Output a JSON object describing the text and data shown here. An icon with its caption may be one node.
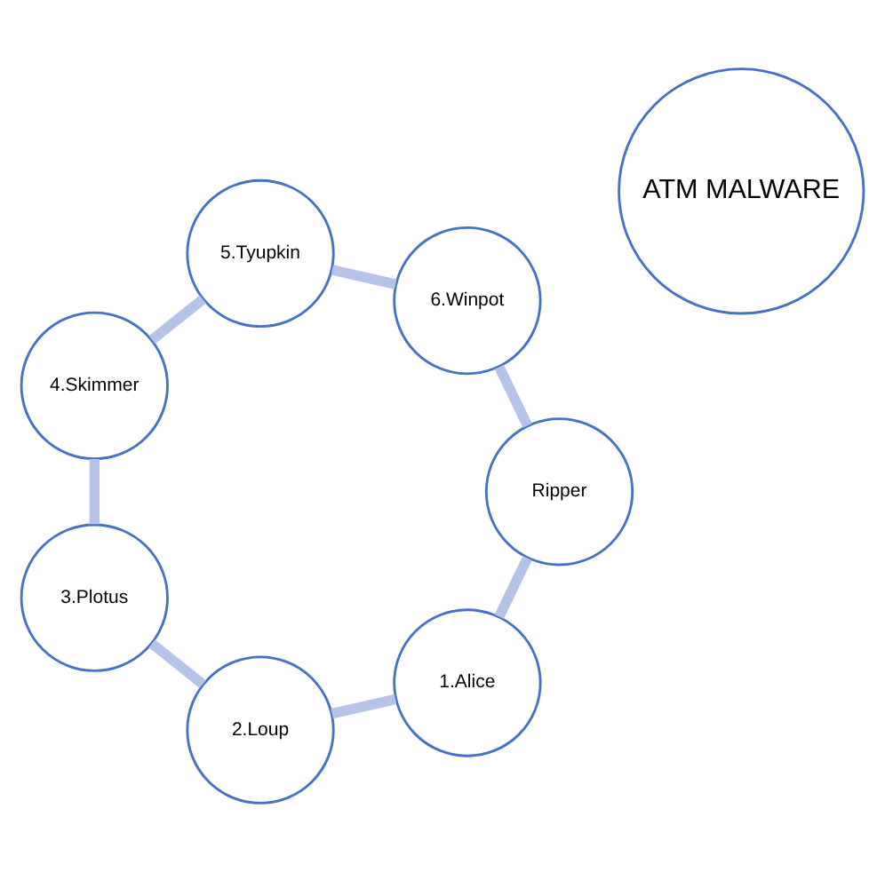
{
  "diagram": {
    "nodes": [
      {
        "text": [
          "1.Alice"
        ]
      },
      {
        "text": [
          "2.Loup"
        ]
      },
      {
        "text": [
          "3.Plotus"
        ]
      },
      {
        "text": [
          "4.Skimmer"
        ]
      },
      {
        "text": [
          "5.Tyupkin"
        ]
      },
      {
        "text": [
          "6.Winpot"
        ]
      },
      {
        "text": [
          "Ripper"
        ]
      },
      {
        "text": [
          "ATM MALWARE"
        ]
      }
    ],
    "edges": [
      {
        "from": 0,
        "to": 1,
        "arrow": "none"
      },
      {
        "from": 1,
        "to": 2,
        "arrow": "none"
      },
      {
        "from": 2,
        "to": 3,
        "arrow": "none"
      },
      {
        "from": 3,
        "to": 4,
        "arrow": "none"
      },
      {
        "from": 4,
        "to": 5,
        "arrow": "none"
      },
      {
        "from": 5,
        "to": 6,
        "arrow": "none"
      },
      {
        "from": 6,
        "to": 0,
        "arrow": "none"
      }
    ]
  }
}
